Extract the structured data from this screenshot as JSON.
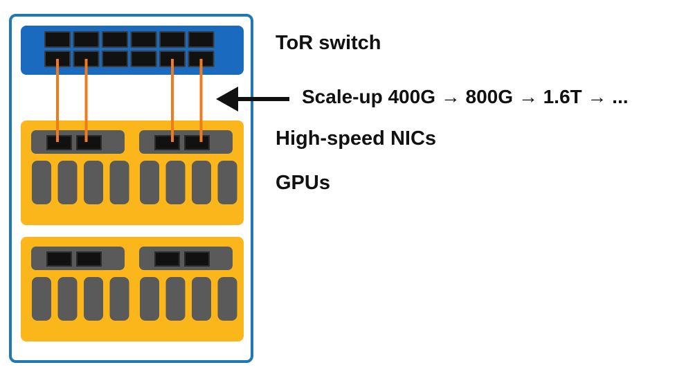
{
  "labels": {
    "tor_switch": "ToR switch",
    "scale_up": "Scale-up 400G → 800G → 1.6T → ...",
    "nics": "High-speed NICs",
    "gpus": "GPUs"
  },
  "colors": {
    "rack_border": "#1f77b4",
    "switch": "#1a6bbf",
    "server": "#fbb61b",
    "nic": "#5a5a5a",
    "gpu": "#5a5a5a",
    "port": "#111111",
    "cable": "#f07b1f",
    "arrow": "#111111"
  },
  "structure": {
    "switch_port_rows": 2,
    "switch_port_cols": 6,
    "servers": 2,
    "nics_per_server": 2,
    "ports_per_nic": 2,
    "gpus_per_nic": 4,
    "cabled_servers": 1
  }
}
